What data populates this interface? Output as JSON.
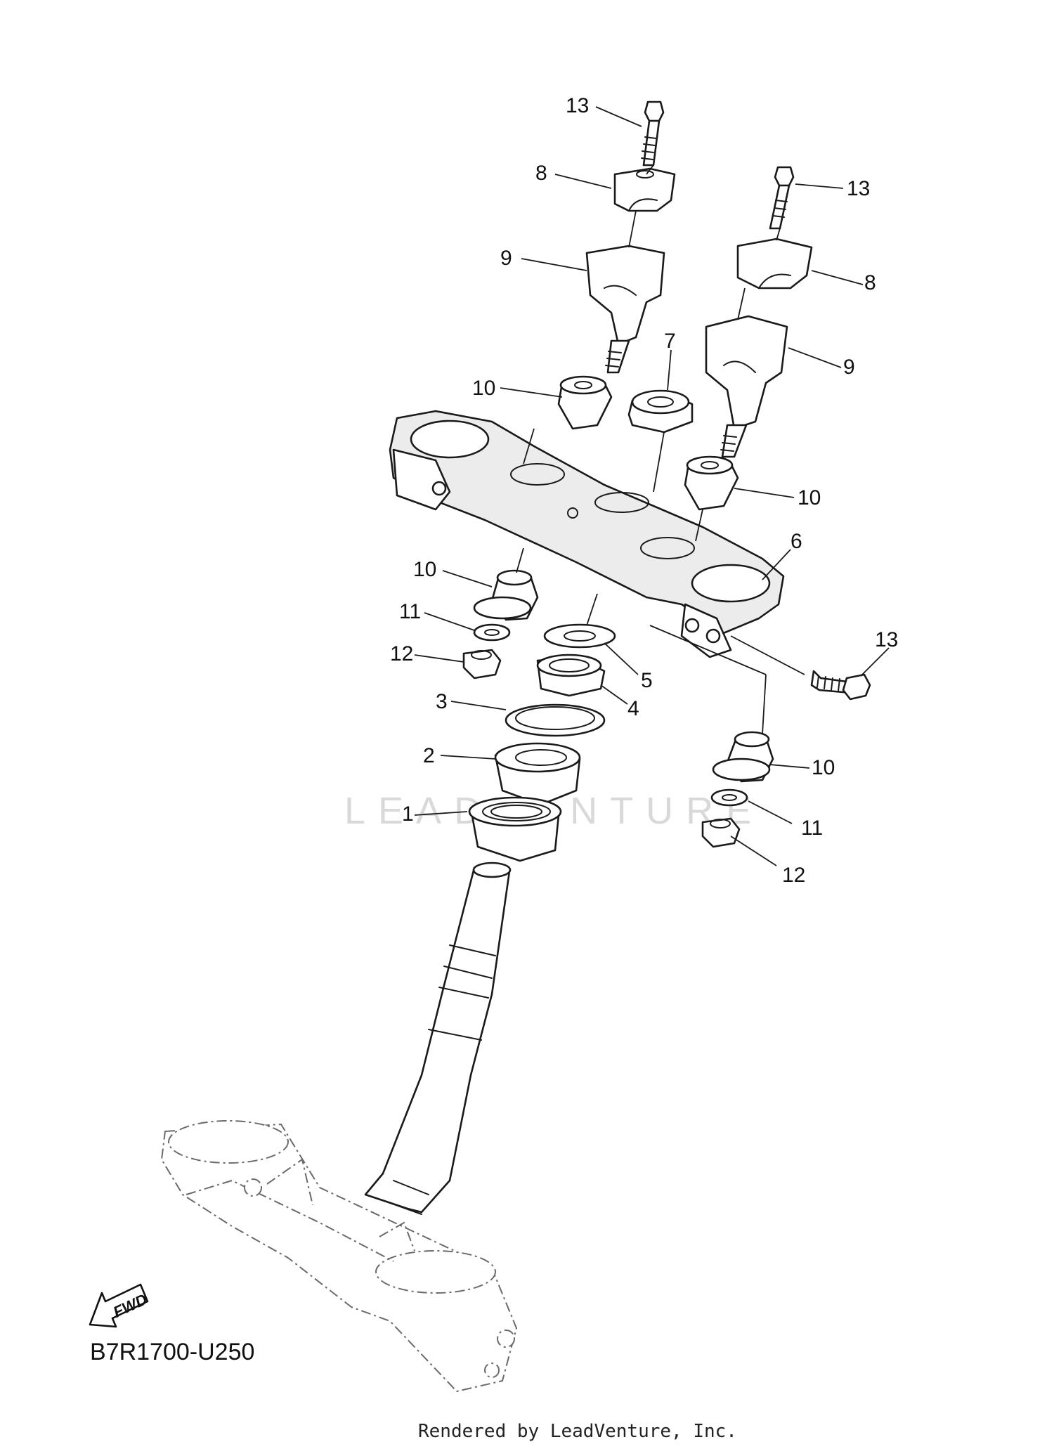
{
  "callouts": [
    {
      "id": "13a",
      "label": "13"
    },
    {
      "id": "8a",
      "label": "8"
    },
    {
      "id": "13b",
      "label": "13"
    },
    {
      "id": "9a",
      "label": "9"
    },
    {
      "id": "8b",
      "label": "8"
    },
    {
      "id": "7",
      "label": "7"
    },
    {
      "id": "9b",
      "label": "9"
    },
    {
      "id": "10a",
      "label": "10"
    },
    {
      "id": "10b",
      "label": "10"
    },
    {
      "id": "6",
      "label": "6"
    },
    {
      "id": "10c",
      "label": "10"
    },
    {
      "id": "11a",
      "label": "11"
    },
    {
      "id": "13c",
      "label": "13"
    },
    {
      "id": "12a",
      "label": "12"
    },
    {
      "id": "5",
      "label": "5"
    },
    {
      "id": "3",
      "label": "3"
    },
    {
      "id": "4",
      "label": "4"
    },
    {
      "id": "2",
      "label": "2"
    },
    {
      "id": "10d",
      "label": "10"
    },
    {
      "id": "1",
      "label": "1"
    },
    {
      "id": "11b",
      "label": "11"
    },
    {
      "id": "12b",
      "label": "12"
    }
  ],
  "diagram_code": "B7R1700-U250",
  "fwd_label": "FWD",
  "watermark": "LEADVENTURE",
  "footer": "Rendered by LeadVenture, Inc.",
  "icons": [
    "fwd-arrow-icon"
  ]
}
